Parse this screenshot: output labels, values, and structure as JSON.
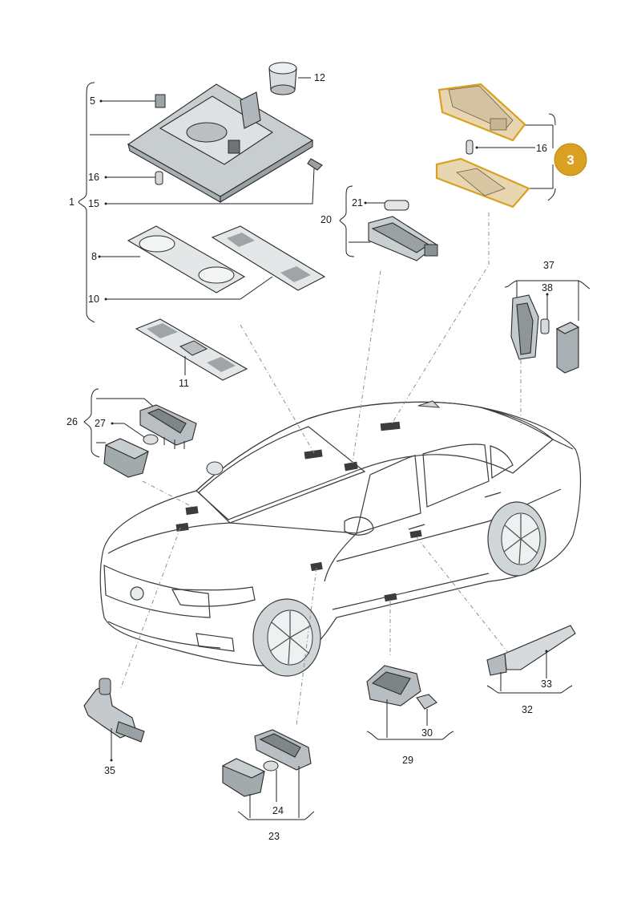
{
  "callouts": {
    "c1": "1",
    "c3": "3",
    "c5": "5",
    "c8": "8",
    "c10": "10",
    "c11": "11",
    "c12": "12",
    "c15": "15",
    "c16a": "16",
    "c16b": "16",
    "c20": "20",
    "c21": "21",
    "c23": "23",
    "c24": "24",
    "c26": "26",
    "c27": "27",
    "c29": "29",
    "c30": "30",
    "c32": "32",
    "c33": "33",
    "c35": "35",
    "c37": "37",
    "c38": "38"
  },
  "colors": {
    "highlight": "#d9a021",
    "highlight_fill": "#e8d6b0",
    "part_fill": "#dfe2e3",
    "part_dark": "#8c9396",
    "car_body": "#e6ecee",
    "glass": "#cfe1e6",
    "lamp_mark": "#3c3c3c"
  },
  "icons": [
    "bulb-icon",
    "lamp-housing-icon",
    "control-unit-icon",
    "switch-icon"
  ]
}
